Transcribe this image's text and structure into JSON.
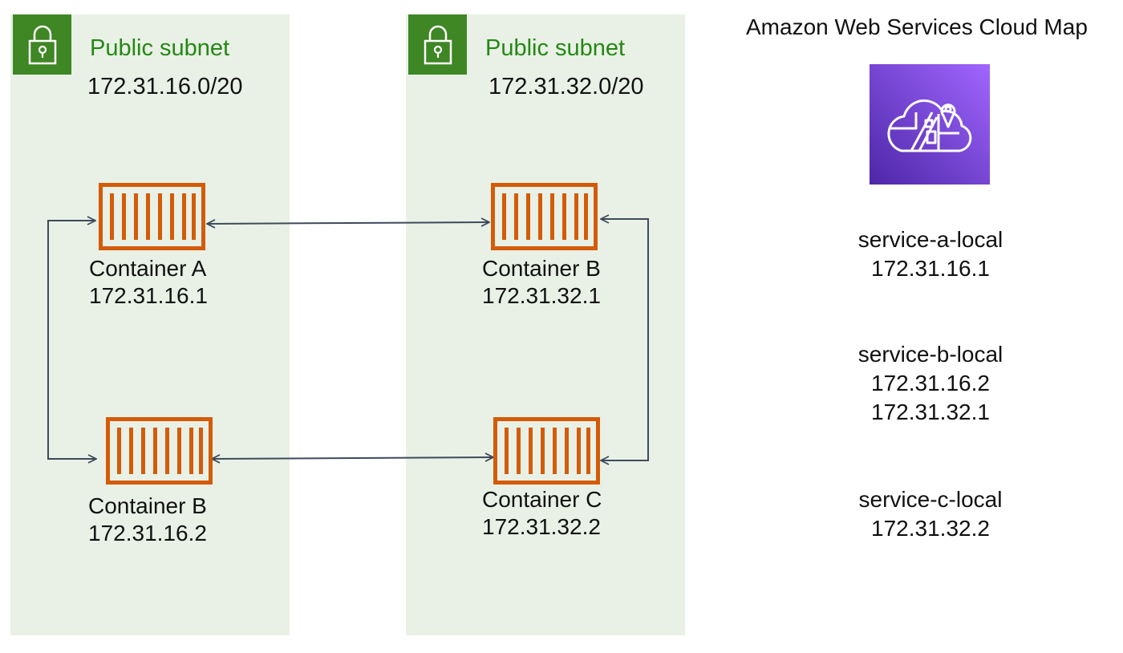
{
  "subnets": [
    {
      "title": "Public subnet",
      "cidr": "172.31.16.0/20"
    },
    {
      "title": "Public subnet",
      "cidr": "172.31.32.0/20"
    }
  ],
  "containers": {
    "a": {
      "name": "Container A",
      "ip": "172.31.16.1"
    },
    "b1": {
      "name": "Container B",
      "ip": "172.31.16.2"
    },
    "b2": {
      "name": "Container B",
      "ip": "172.31.32.1"
    },
    "c": {
      "name": "Container C",
      "ip": "172.31.32.2"
    }
  },
  "cloud_map": {
    "title": "Amazon Web Services Cloud Map",
    "icon": "cloud-map-icon",
    "services": [
      {
        "name": "service-a-local",
        "ips": [
          "172.31.16.1"
        ]
      },
      {
        "name": "service-b-local",
        "ips": [
          "172.31.16.2",
          "172.31.32.1"
        ]
      },
      {
        "name": "service-c-local",
        "ips": [
          "172.31.32.2"
        ]
      }
    ]
  },
  "colors": {
    "subnet_bg": "#e9f1e6",
    "subnet_title": "#248814",
    "lock_badge": "#3f8624",
    "container": "#d45b07",
    "arrow": "#3d4a5c",
    "cloud_map_gradient": [
      "#a166ff",
      "#4d27a8"
    ]
  }
}
